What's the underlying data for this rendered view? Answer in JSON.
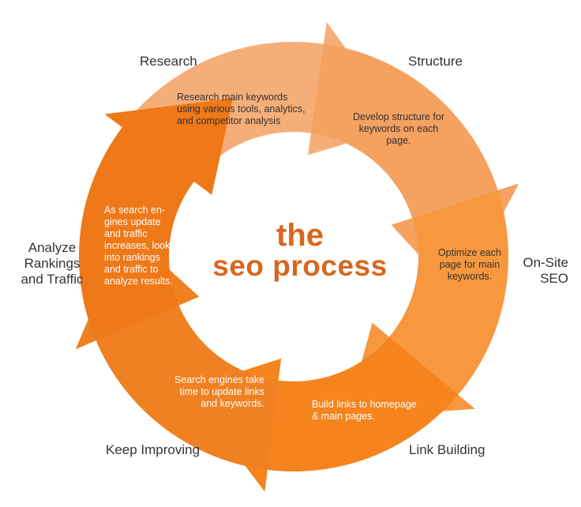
{
  "title": {
    "line1": "the",
    "line2": "seo process"
  },
  "colors": {
    "research": "#f6ae78",
    "structure": "#f5a160",
    "on_site": "#f7983f",
    "link_building": "#f5841f",
    "keep_improving": "#f08122",
    "analyze": "#ef7818",
    "title": "#d9661f",
    "text_dark": "#333333",
    "text_light": "#ffffff"
  },
  "steps": [
    {
      "label": "Research",
      "description": "Research main keywords\nusing various tools, analytics,\nand competitor analysis"
    },
    {
      "label": "Structure",
      "description": "Develop structure for\nkeywords on each\npage."
    },
    {
      "label": "On-Site\nSEO",
      "description": "Optimize each\npage for main\nkeywords."
    },
    {
      "label": "Link Building",
      "description": "Build links to homepage\n& main pages."
    },
    {
      "label": "Keep Improving",
      "description": "Search engines take\ntime to update links\nand keywords."
    },
    {
      "label": "Analyze\nRankings\nand Traffic",
      "description": "As search en-\ngines update\nand traffic\nincreases, look\ninto rankings\nand traffic to\nanalyze results."
    }
  ]
}
